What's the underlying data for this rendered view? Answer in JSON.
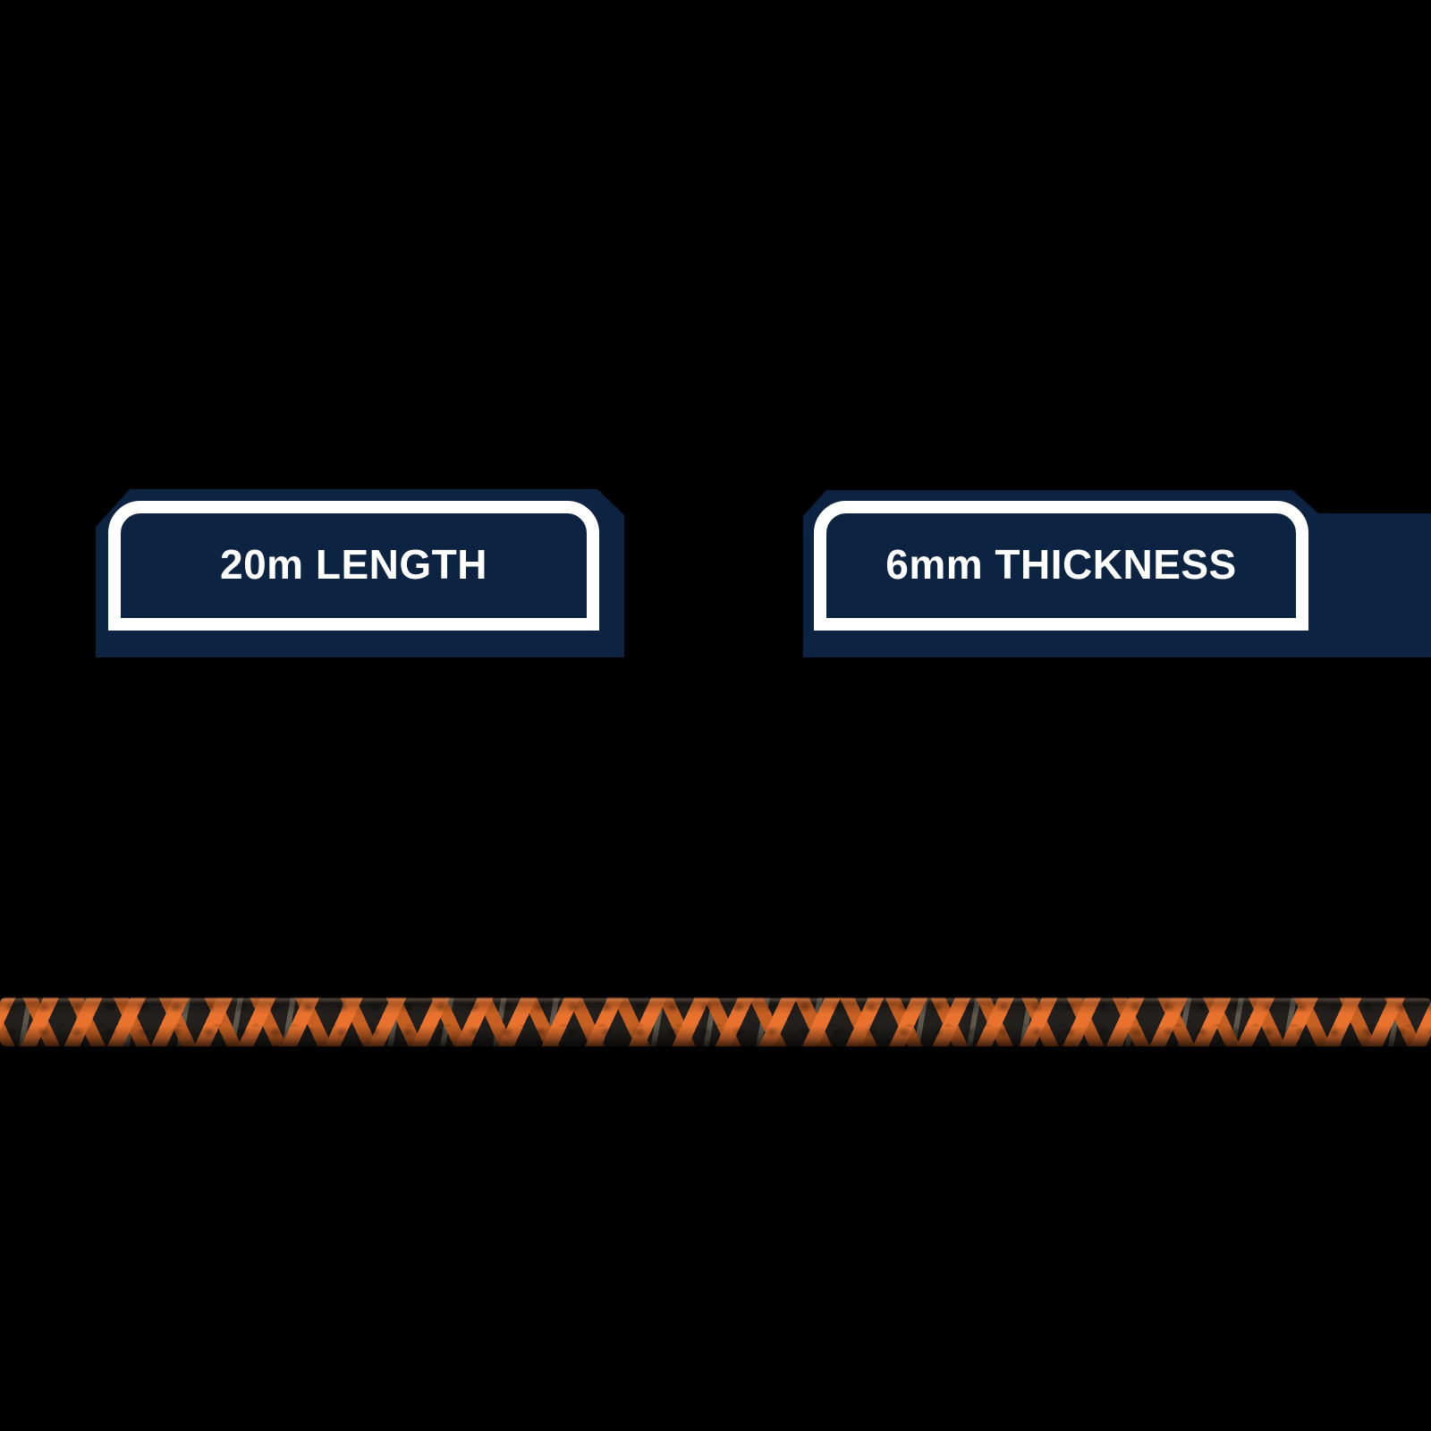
{
  "page": {
    "background": "#000000"
  },
  "badges": [
    {
      "id": "length",
      "label": "20m LENGTH"
    },
    {
      "id": "thickness",
      "label": "6mm THICKNESS"
    }
  ],
  "rope": {
    "alt": "orange and black braided rope"
  },
  "colors": {
    "navy": "#0d2342",
    "white": "#ffffff",
    "rope_orange": "#e8722e",
    "rope_orange_dark": "#c65f22",
    "rope_black": "#221f1c",
    "rope_gray": "#8d8574"
  }
}
